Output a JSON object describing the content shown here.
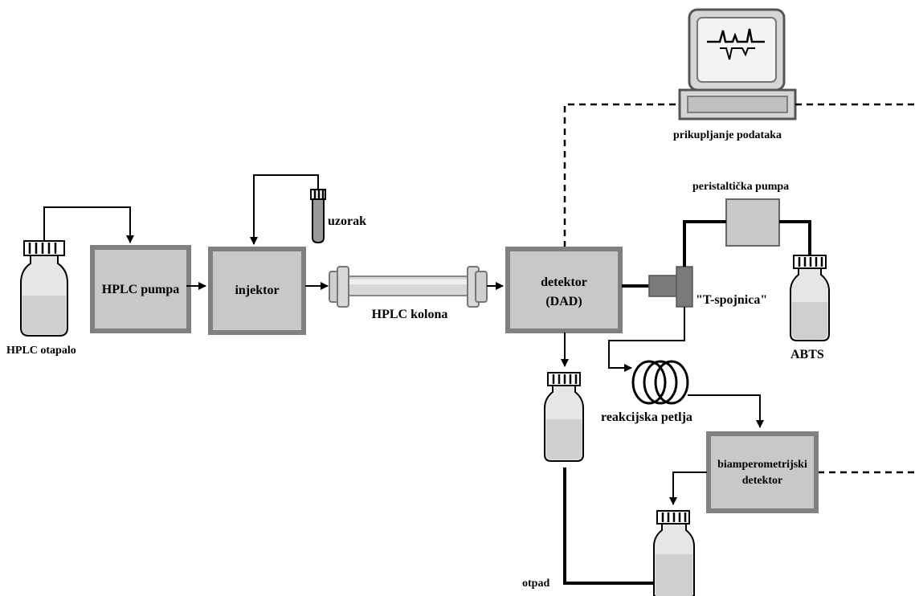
{
  "labels": {
    "hplc_otapalo": "HPLC otapalo",
    "hplc_pumpa": "HPLC pumpa",
    "injektor": "injektor",
    "uzorak": "uzorak",
    "hplc_kolona": "HPLC kolona",
    "detektor_line1": "detektor",
    "detektor_line2": "(DAD)",
    "prikupljanje": "prikupljanje podataka",
    "peristalticka": "peristaltička pumpa",
    "t_spojnica": "\"T-spojnica\"",
    "abts": "ABTS",
    "reakcijska": "reakcijska petlja",
    "biampero_line1": "biamperometrijski",
    "biampero_line2": "detektor",
    "otpad": "otpad"
  },
  "colors": {
    "box_fill": "#c8c8c8",
    "box_border": "#808080",
    "line": "#000000"
  },
  "icons": [
    "bottle-icon",
    "sample-vial-icon",
    "column-icon",
    "computer-monitor-icon",
    "coil-icon",
    "t-connector-icon"
  ]
}
